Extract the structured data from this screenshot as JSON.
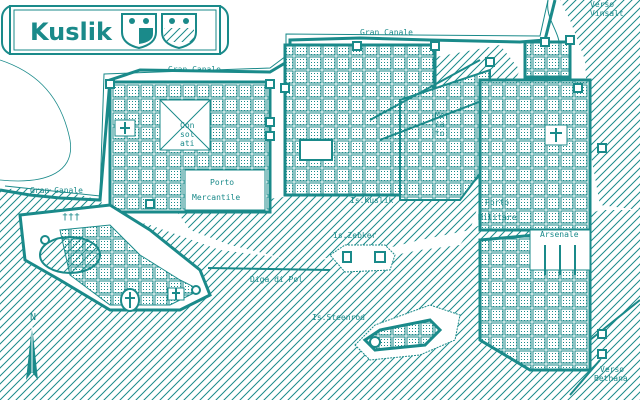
{
  "map": {
    "title": "Kuslik",
    "colors": {
      "ink": "#1a8a8a",
      "paper": "#ffffff"
    },
    "labels": {
      "gran_canale_1": "Gran Canale",
      "gran_canale_2": "Gran Canale",
      "gran_canale_3": "Gran Canale",
      "verso_vinsalt_1": "Verso",
      "verso_vinsalt_2": "Vinsalt",
      "con_1": "Con",
      "con_2": "sol",
      "con_3": "ati",
      "mercato_1": "Mer",
      "mercato_2": "ca",
      "mercato_3": "to",
      "porto_mercantile_1": "Porto",
      "porto_mercantile_2": "Mercantile",
      "is_kuslik": "Is.Kuslik",
      "porto_militare_1": "Porto",
      "porto_militare_2": "Militare",
      "arsenale": "Arsenale",
      "is_zebker": "Is.Zebker",
      "diga_di_pol": "Diga di Pol",
      "is_steenrod": "Is.Steenrod",
      "verso_bethana_1": "Verso",
      "verso_bethana_2": "Bethana",
      "north": "N"
    },
    "icons": {
      "shield_left": "shield-icon",
      "shield_right": "shield-icon",
      "compass": "compass-icon"
    }
  }
}
